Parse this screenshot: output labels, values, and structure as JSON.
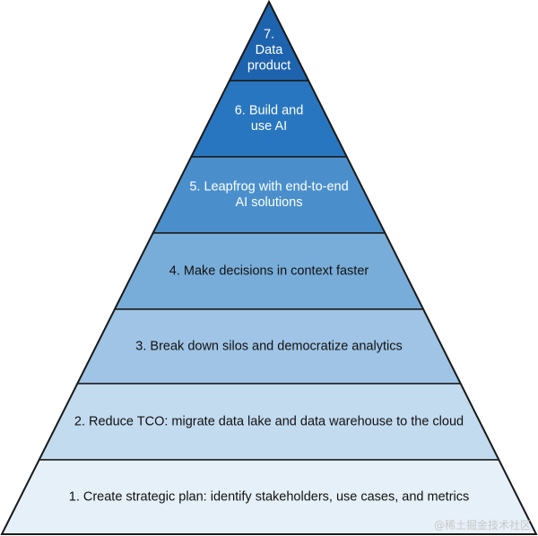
{
  "tiers": [
    {
      "lines": [
        "7.",
        "Data",
        "product"
      ],
      "fill": "#1e63ad",
      "text_color": "#ffffff"
    },
    {
      "lines": [
        "6. Build and",
        "use AI"
      ],
      "fill": "#2876bf",
      "text_color": "#ffffff"
    },
    {
      "lines": [
        "5. Leapfrog with end-to-end",
        "AI solutions"
      ],
      "fill": "#4a8fcc",
      "text_color": "#ffffff"
    },
    {
      "lines": [
        "4. Make decisions in context faster"
      ],
      "fill": "#79add9",
      "text_color": "#111111"
    },
    {
      "lines": [
        "3. Break down silos and democratize analytics"
      ],
      "fill": "#9fc4e5",
      "text_color": "#111111"
    },
    {
      "lines": [
        "2. Reduce TCO: migrate data lake and data warehouse to the cloud"
      ],
      "fill": "#c3dbef",
      "text_color": "#111111"
    },
    {
      "lines": [
        "1. Create strategic plan: identify stakeholders, use cases, and metrics"
      ],
      "fill": "#e6f0f9",
      "text_color": "#111111"
    }
  ],
  "watermark": "@稀土掘金技术社区",
  "colors": {
    "outline": "#1a1a1a"
  }
}
